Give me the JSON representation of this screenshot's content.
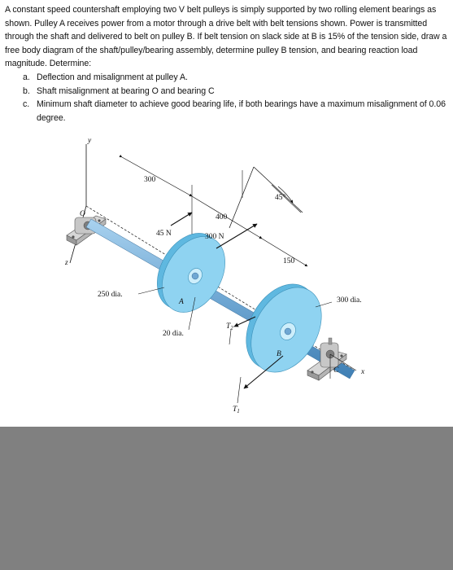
{
  "problem": {
    "statement": "A constant speed countershaft employing two V belt pulleys is simply supported by two rolling element bearings as shown. Pulley A receives power from a motor through a drive belt with belt tensions shown. Power is transmitted through the shaft and delivered to belt on pulley B. If belt tension on slack side at B is 15% of the tension side, draw a free body diagram of the shaft/pulley/bearing assembly, determine pulley B tension, and bearing reaction load magnitude. Determine:",
    "parts": [
      {
        "marker": "a.",
        "text": "Deflection and misalignment at pulley A."
      },
      {
        "marker": "b.",
        "text": "Shaft misalignment at bearing O and bearing C"
      },
      {
        "marker": "c.",
        "text": "Minimum shaft diameter to achieve good bearing life, if both bearings have a maximum misalignment of 0.06 degree."
      }
    ]
  },
  "figure": {
    "labels": {
      "y": "y",
      "z": "z",
      "x": "x",
      "O": "O",
      "A": "A",
      "B": "B",
      "C": "C",
      "dim_300": "300",
      "dim_400": "400",
      "dim_150": "150",
      "angle_45": "45°",
      "force_45N": "45 N",
      "force_300N": "300 N",
      "dia_250": "250 dia.",
      "dia_20": "20 dia.",
      "dia_300": "300 dia.",
      "T1": "T",
      "T1_sub": "1",
      "T2": "T",
      "T2_sub": "2"
    },
    "colors": {
      "pulley_fill": "#8fd3f1",
      "pulley_edge": "#5fb8e0",
      "shaft": "#6fa7d3",
      "bearing": "#c9c9c9",
      "bearing_dark": "#8a8a8a",
      "ink": "#111111",
      "lower_band": "#808080"
    }
  }
}
